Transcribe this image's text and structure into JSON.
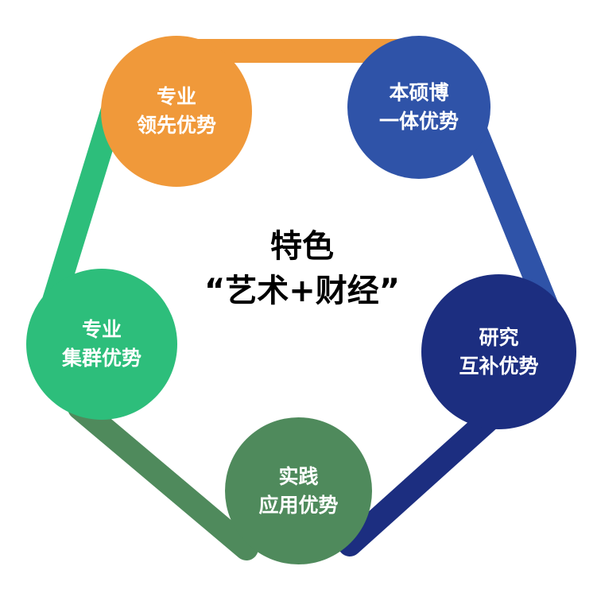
{
  "center": {
    "line1": "特色",
    "line2": "“艺术+财经”"
  },
  "nodes": [
    {
      "line1": "专业",
      "line2": "领先优势",
      "color": "#F0993A"
    },
    {
      "line1": "本硕博",
      "line2": "一体优势",
      "color": "#2F53A8"
    },
    {
      "line1": "研究",
      "line2": "互补优势",
      "color": "#1C2E80"
    },
    {
      "line1": "实践",
      "line2": "应用优势",
      "color": "#4F8A5C"
    },
    {
      "line1": "专业",
      "line2": "集群优势",
      "color": "#2DBE7B"
    }
  ]
}
